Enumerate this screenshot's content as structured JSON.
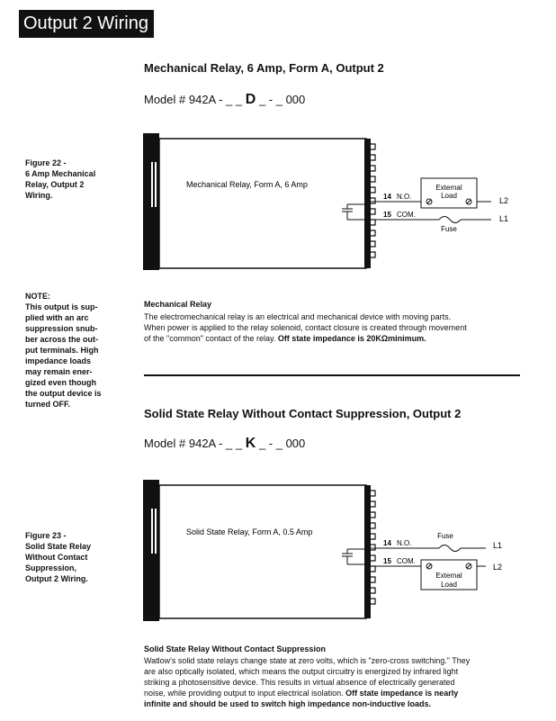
{
  "page_title": "Output 2 Wiring",
  "section1": {
    "heading": "Mechanical Relay, 6 Amp, Form A, Output 2",
    "model_prefix": "Model #  942A - _ _",
    "model_code": "D",
    "model_suffix": "_ -  _ 000",
    "figure_caption": [
      "Figure 22 -",
      "6 Amp Mechanical",
      "Relay, Output 2",
      "Wiring."
    ],
    "diagram": {
      "device_label": "Mechanical Relay, Form A, 6 Amp",
      "terminal_top_num": "14",
      "terminal_top_label": "N.O.",
      "terminal_bottom_num": "15",
      "terminal_bottom_label": "COM.",
      "load_label_line1": "External",
      "load_label_line2": "Load",
      "fuse_label": "Fuse",
      "line_top": "L2",
      "line_bottom": "L1"
    },
    "note": [
      "NOTE:",
      "This output is sup-",
      "plied with an arc",
      "suppression snub-",
      "ber across the out-",
      "put terminals.  High",
      "impedance loads",
      "may remain ener-",
      "gized even though",
      "the output device is",
      "turned OFF."
    ],
    "body_title": "Mechanical Relay",
    "body_lines": [
      "The electromechanical relay is an electrical and mechanical device with moving parts.",
      "When power is applied to the relay solenoid, contact closure is created through movement",
      "of the \"common\" contact of the relay."
    ],
    "body_bold_tail": "Off state impedance is 20KΩminimum."
  },
  "section2": {
    "heading": "Solid State Relay Without Contact Suppression, Output 2",
    "model_prefix": "Model #  942A - _ _",
    "model_code": "K",
    "model_suffix": "_ - _ 000",
    "figure_caption": [
      "Figure 23 -",
      "Solid State Relay",
      "Without Contact",
      "Suppression,",
      "Output 2  Wiring."
    ],
    "diagram": {
      "device_label": "Solid State Relay, Form A, 0.5 Amp",
      "terminal_top_num": "14",
      "terminal_top_label": "N.O.",
      "terminal_bottom_num": "15",
      "terminal_bottom_label": "COM.",
      "load_label_line1": "External",
      "load_label_line2": "Load",
      "fuse_label": "Fuse",
      "line_top": "L1",
      "line_bottom": "L2"
    },
    "body_title": "Solid State Relay Without Contact Suppression",
    "body_lines": [
      "Watlow's solid state relays change state at zero volts, which is \"zero-cross switching.\"  They",
      "are also optically isolated, which means the output circuitry is energized by infrared light",
      "striking a photosensitive device.  This results in virtual absence of electrically generated"
    ],
    "body_last_normal": "noise, while providing output to input electrical isolation.",
    "body_bold_tail": "Off state impedance is nearly",
    "body_bold_line": "infinite and should be used to switch high impedance non-inductive loads."
  }
}
